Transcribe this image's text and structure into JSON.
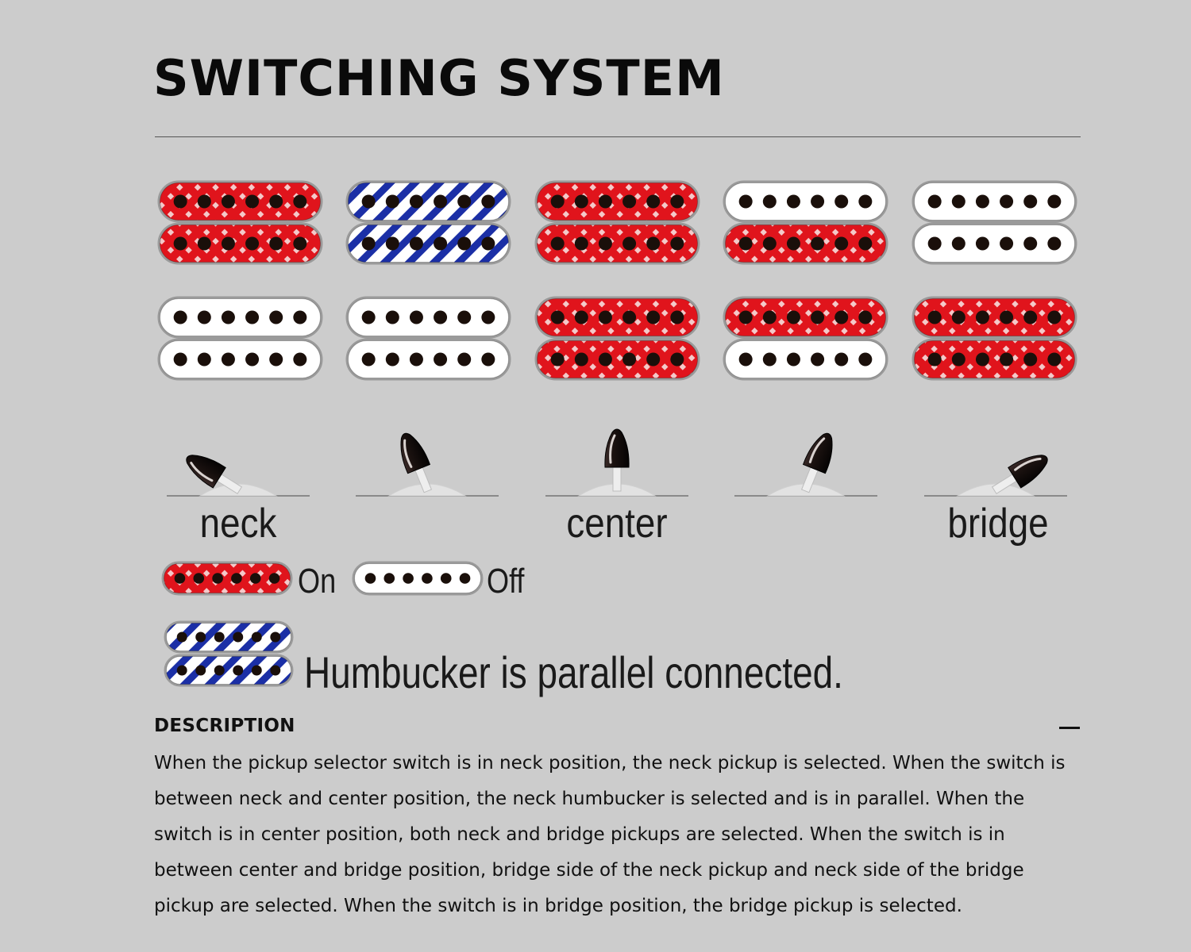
{
  "page": {
    "title": "SWITCHING SYSTEM"
  },
  "diagram": {
    "colors": {
      "on": "#e0141c",
      "off": "#ffffff",
      "parallel_stripe": "#1b2fa6",
      "background": "#cccccc"
    },
    "positions": [
      {
        "label": "neck",
        "neck_pickup": [
          "on",
          "on"
        ],
        "bridge_pickup": [
          "off",
          "off"
        ],
        "lever": "neck"
      },
      {
        "label": "",
        "neck_pickup": [
          "parallel",
          "parallel"
        ],
        "bridge_pickup": [
          "off",
          "off"
        ],
        "lever": "neck-center"
      },
      {
        "label": "center",
        "neck_pickup": [
          "on",
          "on"
        ],
        "bridge_pickup": [
          "on",
          "on"
        ],
        "lever": "center"
      },
      {
        "label": "",
        "neck_pickup": [
          "off",
          "on"
        ],
        "bridge_pickup": [
          "on",
          "off"
        ],
        "lever": "center-bridge"
      },
      {
        "label": "bridge",
        "neck_pickup": [
          "off",
          "off"
        ],
        "bridge_pickup": [
          "on",
          "on"
        ],
        "lever": "bridge"
      }
    ]
  },
  "legend": {
    "on_label": "On",
    "off_label": "Off",
    "parallel_label": "Humbucker is parallel connected."
  },
  "description": {
    "heading": "DESCRIPTION",
    "collapse_icon": "minus-icon",
    "lines": [
      "When the pickup selector switch is in neck position, the neck pickup is selected. When the switch is",
      "between neck and center position, the neck humbucker is selected and is in parallel. When the",
      "switch is in center position, both neck and bridge pickups are selected. When the switch is in",
      "between center and bridge position, bridge side of the neck pickup and neck side of the bridge",
      "pickup are selected. When the switch is in bridge position, the bridge pickup is selected."
    ]
  }
}
